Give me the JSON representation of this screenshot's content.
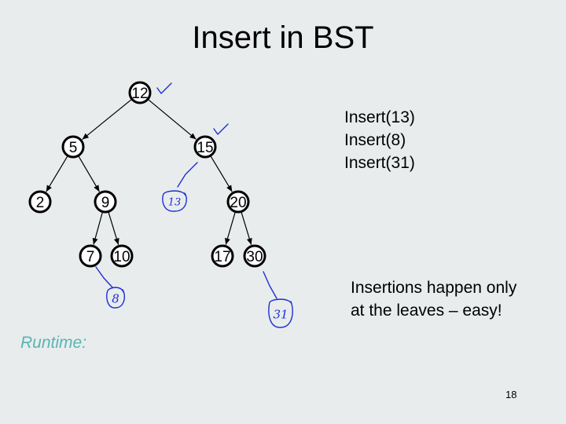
{
  "slide": {
    "title": "Insert in BST",
    "operations": [
      "Insert(13)",
      "Insert(8)",
      "Insert(31)"
    ],
    "note_lines": [
      "Insertions happen only",
      "at the leaves – easy!"
    ],
    "runtime_label": "Runtime:",
    "page_number": "18"
  },
  "tree": {
    "nodes": [
      {
        "id": "n12",
        "label": "12"
      },
      {
        "id": "n5",
        "label": "5"
      },
      {
        "id": "n15",
        "label": "15"
      },
      {
        "id": "n2",
        "label": "2"
      },
      {
        "id": "n9",
        "label": "9"
      },
      {
        "id": "n20",
        "label": "20"
      },
      {
        "id": "n7",
        "label": "7"
      },
      {
        "id": "n10",
        "label": "10"
      },
      {
        "id": "n17",
        "label": "17"
      },
      {
        "id": "n30",
        "label": "30"
      }
    ],
    "edges": [
      [
        "n12",
        "n5"
      ],
      [
        "n12",
        "n15"
      ],
      [
        "n5",
        "n2"
      ],
      [
        "n5",
        "n9"
      ],
      [
        "n15",
        "n20"
      ],
      [
        "n9",
        "n7"
      ],
      [
        "n9",
        "n10"
      ],
      [
        "n20",
        "n17"
      ],
      [
        "n20",
        "n30"
      ]
    ]
  },
  "annotations": {
    "inserted": [
      {
        "id": "ins13",
        "label": "13",
        "parent": "n15"
      },
      {
        "id": "ins8",
        "label": "8",
        "parent": "n7"
      },
      {
        "id": "ins31",
        "label": "31",
        "parent": "n30"
      }
    ],
    "checkmarks_on": [
      "n12",
      "n15"
    ],
    "ink_color": "#1b2fd6"
  },
  "colors": {
    "background": "#e8ecec",
    "runtime_text": "#5ab4b4"
  }
}
